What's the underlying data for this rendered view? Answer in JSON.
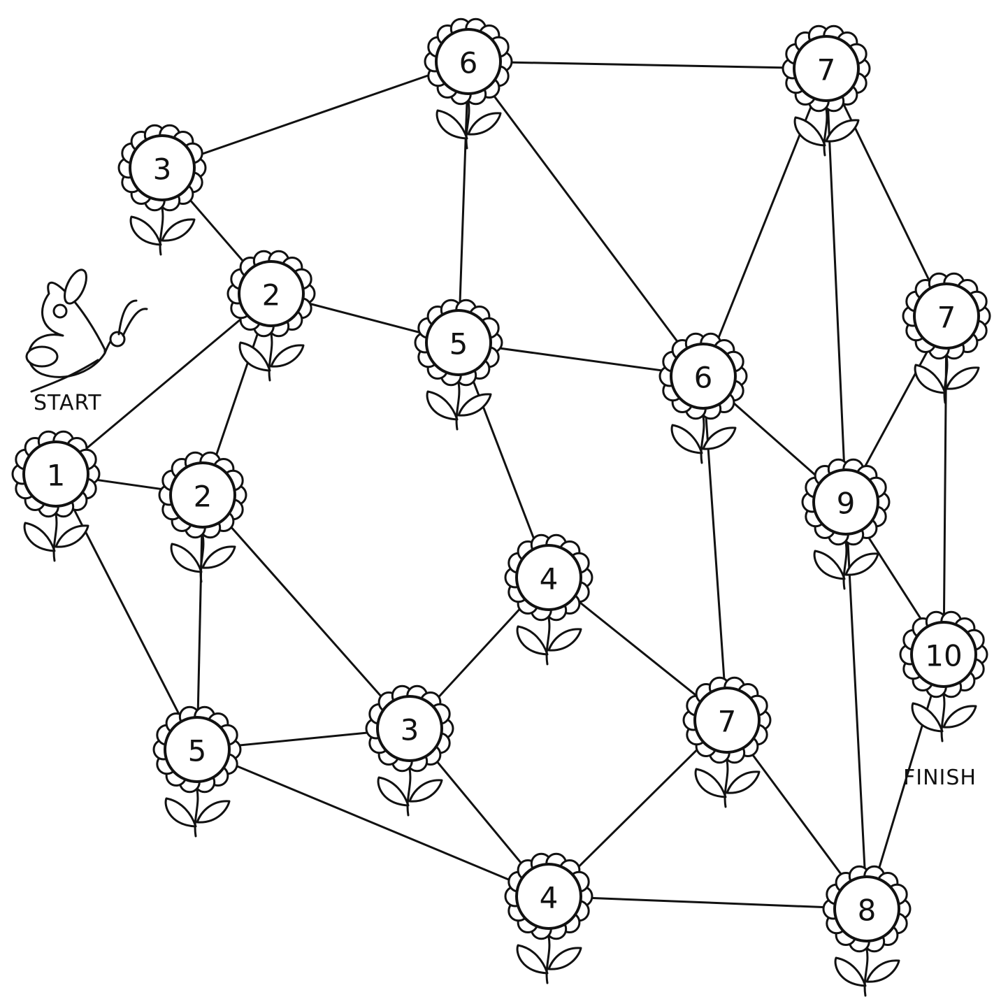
{
  "labels": {
    "start": "START",
    "finish": "FINISH"
  },
  "flowers": [
    {
      "id": "f1",
      "number": "1"
    },
    {
      "id": "f2a",
      "number": "2"
    },
    {
      "id": "f2b",
      "number": "2"
    },
    {
      "id": "f3a",
      "number": "3"
    },
    {
      "id": "f3b",
      "number": "3"
    },
    {
      "id": "f4a",
      "number": "4"
    },
    {
      "id": "f4b",
      "number": "4"
    },
    {
      "id": "f5a",
      "number": "5"
    },
    {
      "id": "f5b",
      "number": "5"
    },
    {
      "id": "f6a",
      "number": "6"
    },
    {
      "id": "f6b",
      "number": "6"
    },
    {
      "id": "f7a",
      "number": "7"
    },
    {
      "id": "f7b",
      "number": "7"
    },
    {
      "id": "f7c",
      "number": "7"
    },
    {
      "id": "f8",
      "number": "8"
    },
    {
      "id": "f9",
      "number": "9"
    },
    {
      "id": "f10",
      "number": "10"
    }
  ],
  "edges": [
    [
      "f1",
      "f2a"
    ],
    [
      "f1",
      "f2b"
    ],
    [
      "f1",
      "f5a"
    ],
    [
      "f2a",
      "f3a"
    ],
    [
      "f2a",
      "f2b"
    ],
    [
      "f2a",
      "f5b"
    ],
    [
      "f3a",
      "f6a"
    ],
    [
      "f2b",
      "f5a"
    ],
    [
      "f2b",
      "f3b"
    ],
    [
      "f5a",
      "f3b"
    ],
    [
      "f5a",
      "f4b"
    ],
    [
      "f3b",
      "f4a"
    ],
    [
      "f3b",
      "f4b"
    ],
    [
      "f5b",
      "f6a"
    ],
    [
      "f5b",
      "f6b"
    ],
    [
      "f5b",
      "f4a"
    ],
    [
      "f6a",
      "f7a"
    ],
    [
      "f6a",
      "f6b"
    ],
    [
      "f4a",
      "f7c"
    ],
    [
      "f6b",
      "f7a"
    ],
    [
      "f6b",
      "f9"
    ],
    [
      "f6b",
      "f7c"
    ],
    [
      "f7a",
      "f9"
    ],
    [
      "f7a",
      "f7b"
    ],
    [
      "f7b",
      "f9"
    ],
    [
      "f7b",
      "f10"
    ],
    [
      "f9",
      "f10"
    ],
    [
      "f9",
      "f8"
    ],
    [
      "f7c",
      "f4b"
    ],
    [
      "f7c",
      "f8"
    ],
    [
      "f4b",
      "f8"
    ],
    [
      "f10",
      "f8"
    ]
  ]
}
